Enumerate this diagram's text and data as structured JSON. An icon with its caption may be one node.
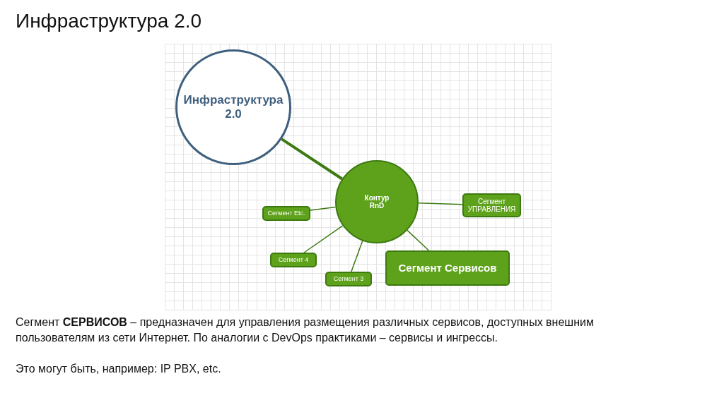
{
  "diagram": {
    "title": "Инфраструктура 2.0",
    "nodes": [
      {
        "text": [
          "Инфраструктура 2.0"
        ]
      },
      {
        "text": [
          "Контур RnD"
        ]
      },
      {
        "text": [
          "Сегмент Etc."
        ]
      },
      {
        "text": [
          "Сегмент УПРАВЛЕНИЯ"
        ]
      },
      {
        "text": [
          "Сегмент 4"
        ]
      },
      {
        "text": [
          "Сегмент 3"
        ]
      },
      {
        "text": [
          "Сегмент Сервисов"
        ]
      }
    ],
    "edges": [
      {
        "from": 0,
        "to": 1,
        "arrow": "none",
        "style": "thick"
      },
      {
        "from": 1,
        "to": 2,
        "arrow": "none"
      },
      {
        "from": 1,
        "to": 3,
        "arrow": "none"
      },
      {
        "from": 1,
        "to": 4,
        "arrow": "none"
      },
      {
        "from": 1,
        "to": 5,
        "arrow": "none"
      },
      {
        "from": 1,
        "to": 6,
        "arrow": "none"
      }
    ],
    "labels": [
      "Сегмент **СЕРВИСОВ** – предназначен для управления размещения различных сервисов, доступных внешним пользователям из сети Интернет. По аналогии с DevOps практиками – сервисы и ингрессы.",
      "Это могут быть, например: IP PBX, etc."
    ]
  }
}
